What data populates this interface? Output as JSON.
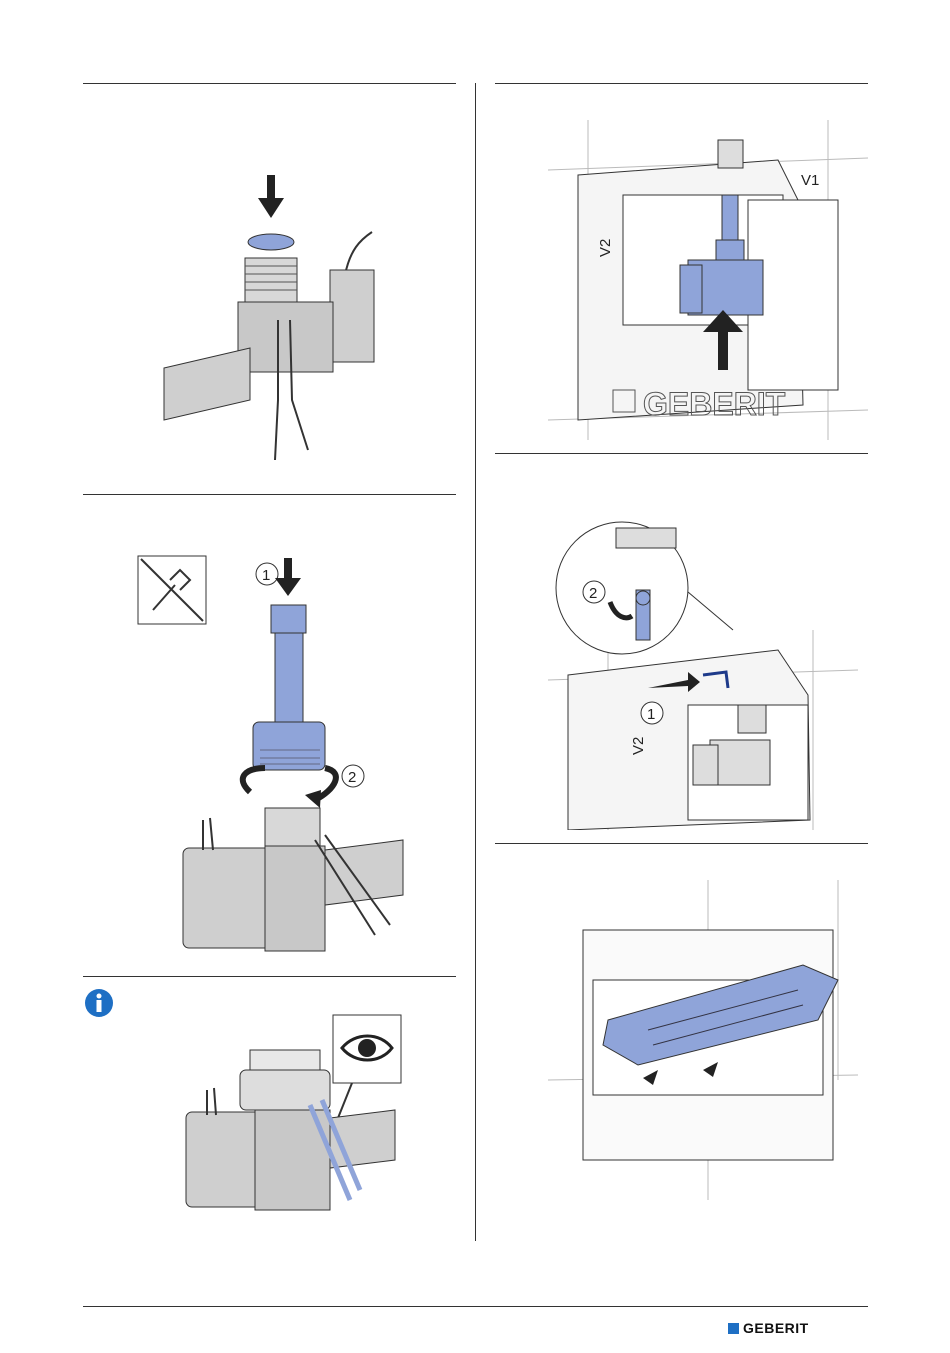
{
  "labels": {
    "v1": "V1",
    "v2": "V2",
    "step1": "1",
    "step2": "2",
    "geberit_frame": "GEBERIT"
  },
  "footer": {
    "brand": "GEBERIT",
    "brand_color": "#1e6fc4"
  },
  "colors": {
    "accent_blue": "#8fa4d9",
    "info_blue": "#1e6fc4",
    "part_grey": "#cfcfcf",
    "line": "#333333"
  },
  "icons": [
    "down-arrow-icon",
    "no-wrench-icon",
    "info-icon",
    "eye-icon",
    "up-arrow-icon",
    "rotate-arrow-icon"
  ]
}
